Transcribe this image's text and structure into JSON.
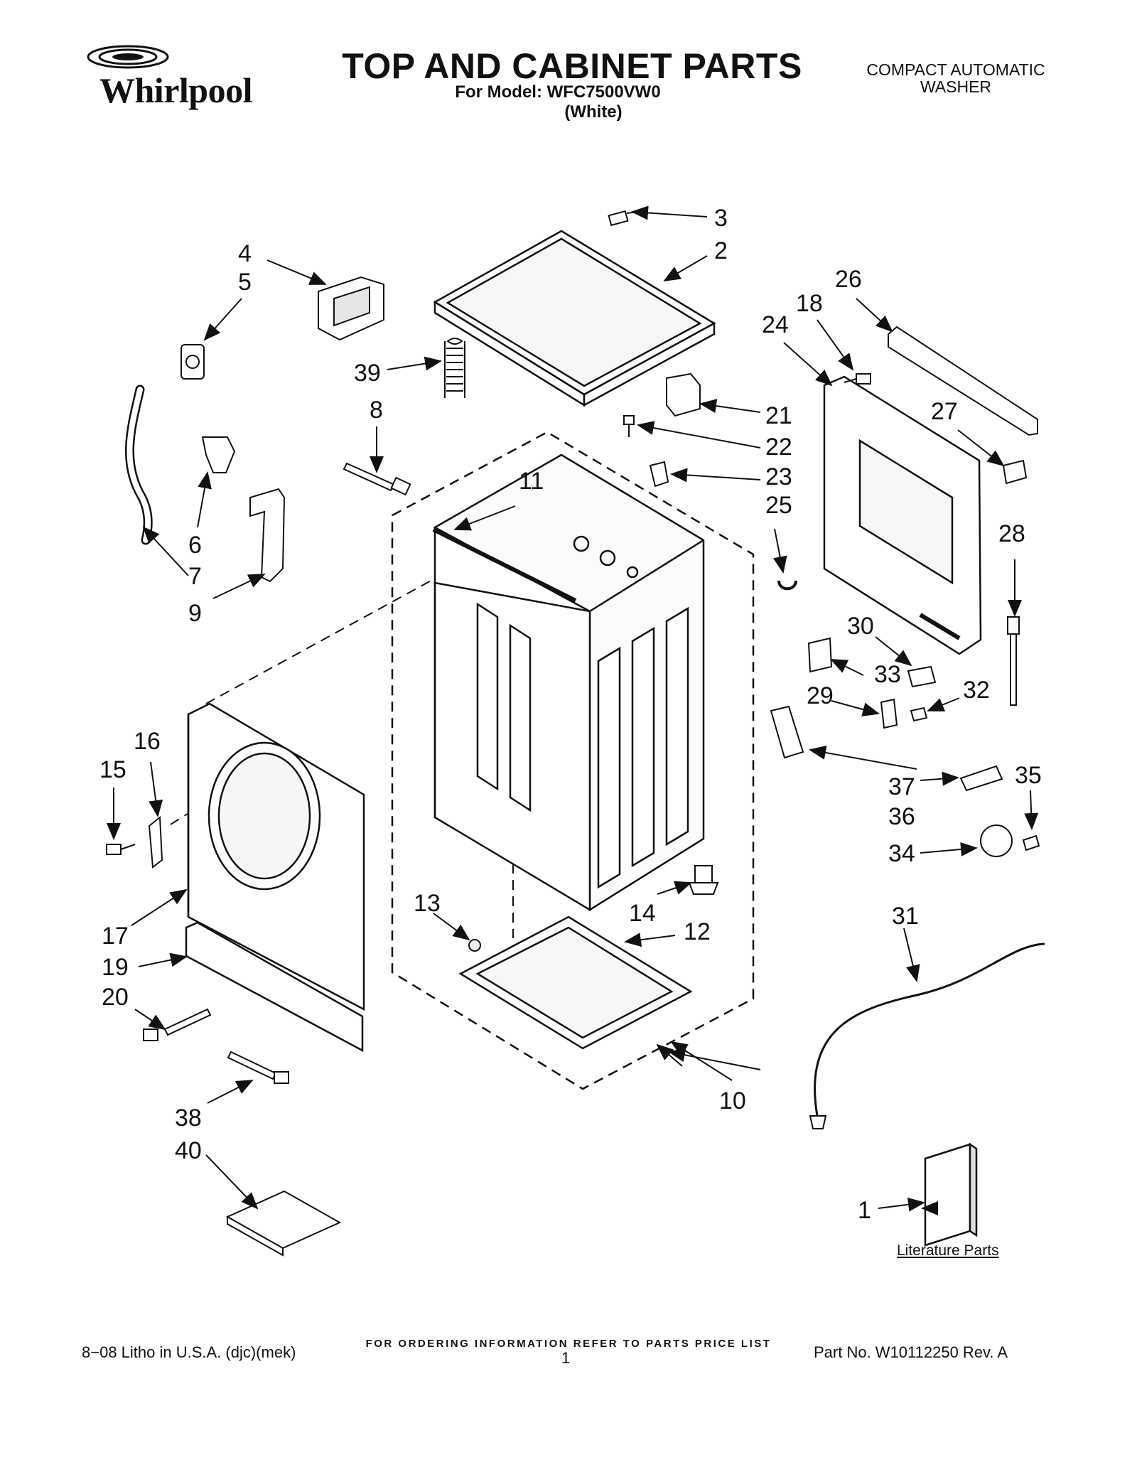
{
  "brand": {
    "name": "Whirlpool"
  },
  "header": {
    "title": "TOP AND CABINET PARTS",
    "model": "For Model: WFC7500VW0",
    "color": "(White)",
    "product_line1": "COMPACT AUTOMATIC",
    "product_line2": "WASHER"
  },
  "callouts": [
    "1",
    "2",
    "3",
    "4",
    "5",
    "6",
    "7",
    "8",
    "9",
    "10",
    "11",
    "12",
    "13",
    "14",
    "15",
    "16",
    "17",
    "18",
    "19",
    "20",
    "21",
    "22",
    "23",
    "24",
    "25",
    "26",
    "27",
    "28",
    "29",
    "30",
    "31",
    "32",
    "33",
    "34",
    "35",
    "36",
    "37",
    "38",
    "39",
    "40"
  ],
  "literature_label": "Literature Parts",
  "footer": {
    "order_note": "FOR ORDERING INFORMATION REFER TO PARTS PRICE LIST",
    "litho": "8−08 Litho in U.S.A. (djc)(mek)",
    "page": "1",
    "part_number": "Part No. W10112250 Rev. A"
  },
  "colors": {
    "ink": "#111111",
    "paper": "#ffffff",
    "part_fill": "#f2f2f2"
  }
}
